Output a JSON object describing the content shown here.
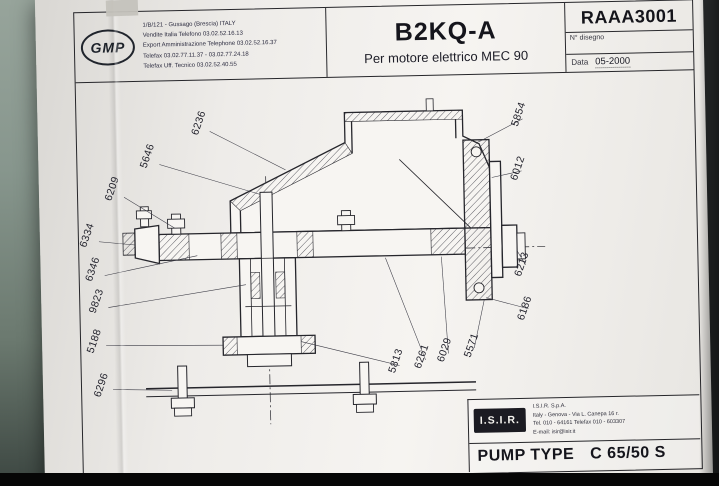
{
  "header": {
    "company": {
      "logo_text": "GMP",
      "lines": [
        "1/B/121 - Gussago (Brescia) ITALY",
        "Vendite Italia Telefono 03.02.52.16.13",
        "Export Amministrazione Telephone 03.02.52.16.37",
        "Telefax 03.02.77.11.37 - 03.02.77.24.18",
        "Telefax Uff. Tecnico 03.02.52.40.55"
      ]
    },
    "title": "B2KQ-A",
    "subtitle": "Per motore elettrico MEC 90",
    "drawing": {
      "number": "RAAA3001",
      "number_label": "N° disegno",
      "date_label": "Data",
      "date": "05-2000"
    }
  },
  "parts": {
    "left": [
      "6236",
      "5646",
      "6209",
      "6334",
      "6346",
      "9823",
      "5188",
      "6296"
    ],
    "bottom": [
      "5813",
      "6261",
      "6029",
      "5571"
    ],
    "right": [
      "5854",
      "6012",
      "6213",
      "6186"
    ]
  },
  "footer": {
    "logo_text": "I.S.I.R.",
    "company_lines": [
      "I.S.I.R. S.p.A.",
      "Italy - Genova - Via L. Canepa 16 r.",
      "Tel. 010 - 64161   Telefax 010 - 603307",
      "E-mail: isir@isir.it"
    ],
    "pump_type_label": "PUMP TYPE",
    "pump_type_value": "C 65/50 S"
  }
}
